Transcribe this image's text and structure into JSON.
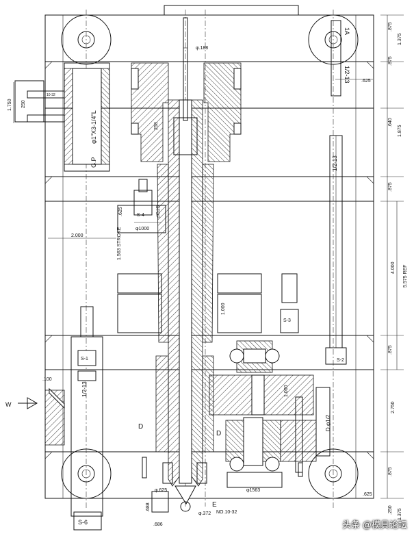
{
  "dimensions": {
    "top_shaft_dia": "φ.188",
    "thread_1a": "1A",
    "thread_1b": "1/2-13",
    "right_625_top": ".625",
    "bushing_dia": "φ1\"X3-1/4\"L",
    "gp_label": "G.P",
    "left_1750": "1.750",
    "left_250": "250",
    "callout_10_32": "10-32",
    "nozzle_label": "258",
    "stop_label": "STOP",
    "s4_label": "S-4",
    "dia_1000": "φ1000",
    "dim_625_a": ".625",
    "dim_2000": "2.000",
    "stroke_label": "1.563 STROKE",
    "s3_label": "S-3",
    "dia_1000_b": "1.000",
    "s1_label": "S-1",
    "thread_s1": "1/2-13",
    "s2_label": "S-2",
    "right_thread_2": "1/2-13",
    "dia_1563": "φ1563",
    "dia_1000_c": "1.000",
    "dim_100": ".100",
    "letter_w": "W",
    "letter_d1": "D",
    "letter_d2": "D",
    "letter_e": "E",
    "d_dia": "D φ1/2",
    "dia_625": "φ.625",
    "dim_688": ".688",
    "dim_372": "φ.372",
    "dim_686": ".686",
    "nozzle_call": "NO.10-32",
    "s6_label": "S-6",
    "dim_875_a": ".875",
    "dim_1375": "1.375",
    "dim_875_b": ".875",
    "dim_1875": "1.875",
    "dim_640": ".640",
    "dim_875_c": ".875",
    "dim_4000": "4.000",
    "dim_5575": "5.575 REF",
    "dim_875_d": ".875",
    "dim_2750": "2.750",
    "dim_875_e": ".875",
    "dim_625_b": ".625",
    "dim_1375_b": "1.375",
    "dim_250_b": ".250"
  },
  "watermark": "头条 @模具论坛"
}
